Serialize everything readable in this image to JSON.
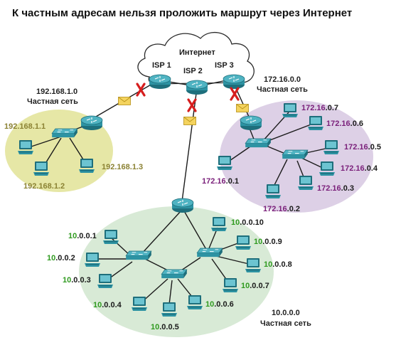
{
  "title": "К частным адресам нельзя проложить маршрут через Интернет",
  "internet": {
    "label": "Интернет",
    "isp1": "ISP 1",
    "isp2": "ISP 2",
    "isp3": "ISP 3"
  },
  "net_left": {
    "address": "192.168.1.0",
    "caption": "Частная сеть",
    "hosts": [
      "192.168.1.1",
      "192.168.1.2",
      "192.168.1.3"
    ]
  },
  "net_right": {
    "address": "172.16.0.0",
    "caption": "Частная сеть",
    "hosts": [
      {
        "pre": "172.16",
        "suf": ".0.1"
      },
      {
        "pre": "172.16",
        "suf": ".0.2"
      },
      {
        "pre": "172.16",
        "suf": ".0.3"
      },
      {
        "pre": "172.16",
        "suf": ".0.4"
      },
      {
        "pre": "172.16",
        "suf": ".0.5"
      },
      {
        "pre": "172.16",
        "suf": ".0.6"
      },
      {
        "pre": "172.16",
        "suf": ".0.7"
      }
    ]
  },
  "net_bottom": {
    "address": "10.0.0.0",
    "caption": "Частная сеть",
    "hosts": [
      {
        "pre": "10",
        "suf": ".0.0.1"
      },
      {
        "pre": "10",
        "suf": ".0.0.2"
      },
      {
        "pre": "10",
        "suf": ".0.0.3"
      },
      {
        "pre": "10",
        "suf": ".0.0.4"
      },
      {
        "pre": "10",
        "suf": ".0.0.5"
      },
      {
        "pre": "10",
        "suf": ".0.0.6"
      },
      {
        "pre": "10",
        "suf": ".0.0.7"
      },
      {
        "pre": "10",
        "suf": ".0.0.8"
      },
      {
        "pre": "10",
        "suf": ".0.0.9"
      },
      {
        "pre": "10",
        "suf": ".0.0.10"
      }
    ]
  },
  "colors": {
    "zone_left": "#e6e7a6",
    "zone_right": "#ddd0e6",
    "zone_bottom": "#d8ead6",
    "cross": "#d61e1e",
    "envelope": "#f4d35e",
    "device": "#2f8f9d"
  }
}
